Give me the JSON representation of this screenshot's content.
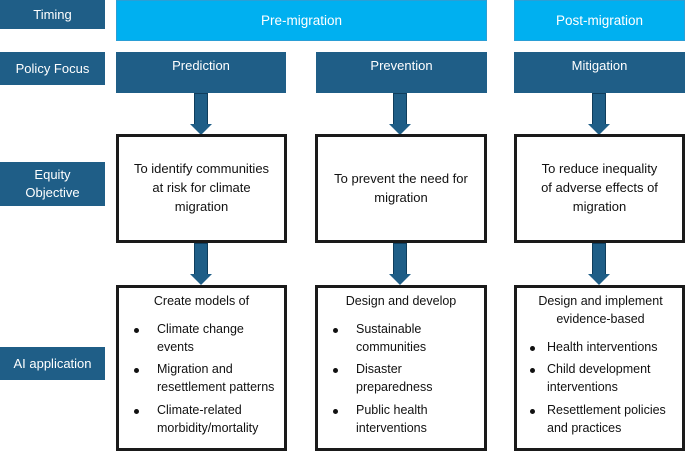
{
  "row_labels": {
    "timing": "Timing",
    "policy_focus": "Policy Focus",
    "equity_objective": "Equity Objective",
    "ai_application": "AI application"
  },
  "timing": {
    "pre": "Pre-migration",
    "post": "Post-migration"
  },
  "columns": [
    {
      "focus": "Prediction",
      "objective": "To identify communities at risk for climate migration",
      "ai_head": "Create models of",
      "ai_items": [
        "Climate change events",
        "Migration and resettlement patterns",
        "Climate-related morbidity/mortality"
      ]
    },
    {
      "focus": "Prevention",
      "objective": "To prevent the need for migration",
      "ai_head": "Design and develop",
      "ai_items": [
        "Sustainable communities",
        "Disaster preparedness",
        "Public health interventions"
      ]
    },
    {
      "focus": "Mitigation",
      "objective": "To reduce inequality of adverse effects of migration",
      "ai_head": "Design and implement evidence-based",
      "ai_items": [
        "Health interventions",
        "Child development interventions",
        "Resettlement policies and practices"
      ]
    }
  ],
  "colors": {
    "dark_blue": "#1f5e87",
    "light_blue": "#00b0f0"
  }
}
